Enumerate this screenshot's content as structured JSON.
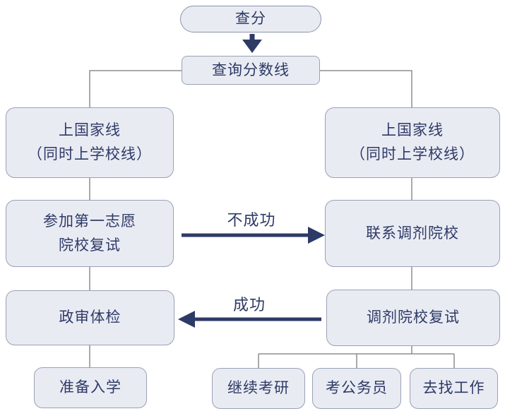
{
  "flowchart": {
    "title_hint": "考研查分流程图",
    "nodes": {
      "check_scores": {
        "label": "查分"
      },
      "check_cutoff": {
        "label": "查询分数线"
      },
      "left_national_line": {
        "line1": "上国家线",
        "line2": "（同时上学校线）"
      },
      "right_national_line": {
        "line1": "上国家线",
        "line2": "（同时上学校线）"
      },
      "first_choice_retest": {
        "line1": "参加第一志愿",
        "line2": "院校复试"
      },
      "contact_transfer": {
        "label": "联系调剂院校"
      },
      "political_review": {
        "label": "政审体检"
      },
      "transfer_retest": {
        "label": "调剂院校复试"
      },
      "prepare_enroll": {
        "label": "准备入学"
      },
      "continue_exam": {
        "label": "继续考研"
      },
      "civil_servant": {
        "label": "考公务员"
      },
      "find_job": {
        "label": "去找工作"
      }
    },
    "edge_labels": {
      "unsuccessful": "不成功",
      "successful": "成功"
    },
    "colors": {
      "background": "#ffffff",
      "node_fill": "#e9ebf3",
      "node_border": "#9aa1b4",
      "text": "#2e3a66",
      "arrow": "#2e3a66",
      "connector_line": "#8e8e8e"
    }
  }
}
